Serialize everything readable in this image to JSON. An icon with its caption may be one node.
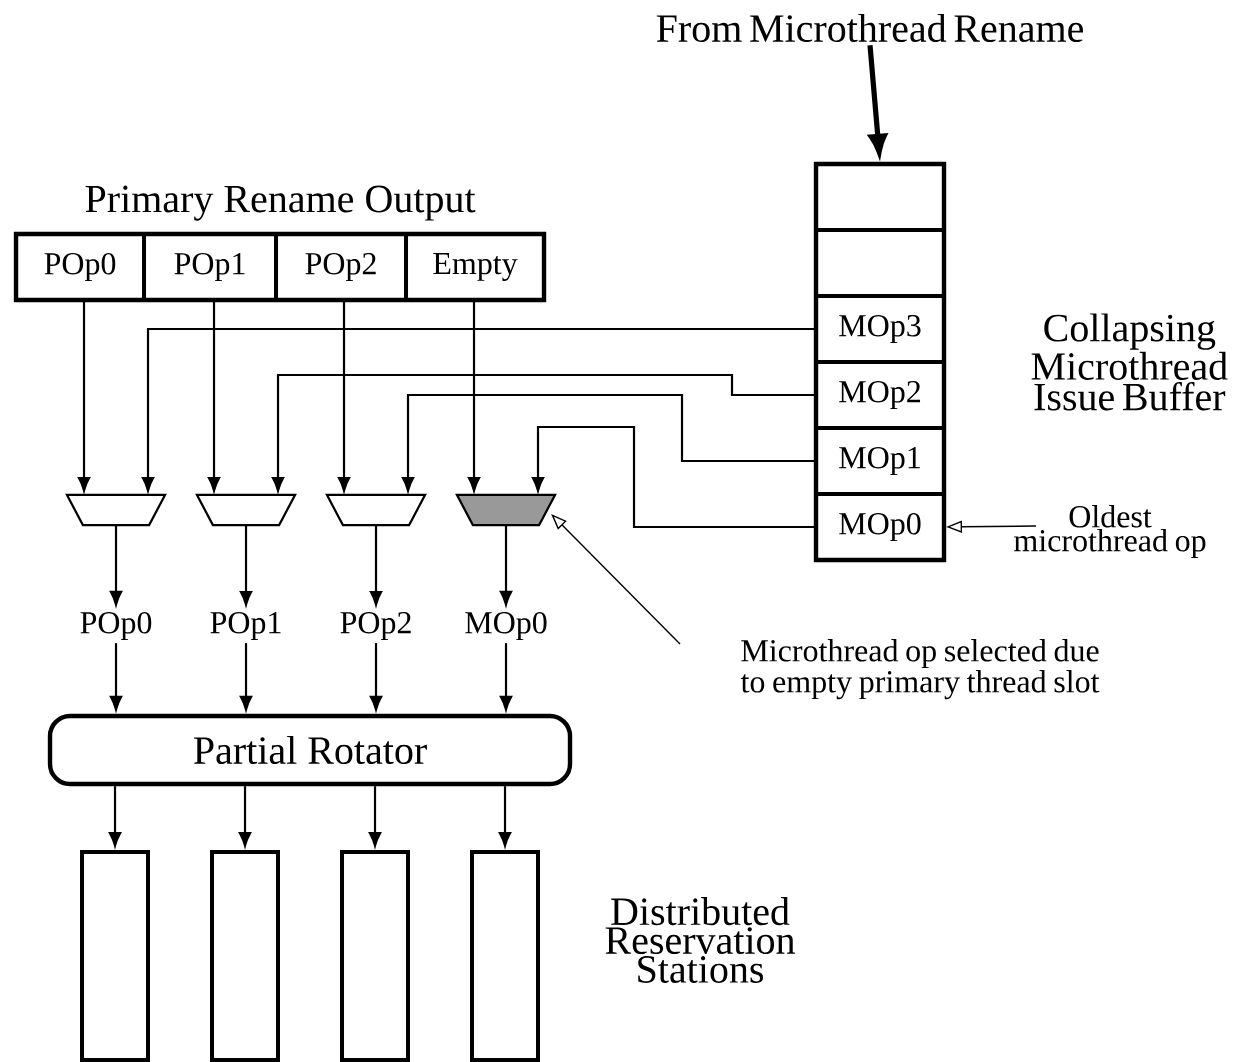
{
  "diagram": {
    "nodes": [
      {
        "text": [
          "From Microthread Rename"
        ]
      },
      {
        "text": [
          "Primary Rename Output"
        ]
      },
      {
        "text": [
          "POp0"
        ],
        "in": 1
      },
      {
        "text": [
          "POp1"
        ],
        "in": 1
      },
      {
        "text": [
          "POp2"
        ],
        "in": 1
      },
      {
        "text": [
          "Empty"
        ],
        "in": 1
      },
      {
        "text": [
          "Collapsing Microthread Issue Buffer"
        ]
      },
      {
        "text": [],
        "shape": "box",
        "in": 6
      },
      {
        "text": [],
        "shape": "box",
        "in": 6
      },
      {
        "text": [
          "MOp3"
        ],
        "in": 6
      },
      {
        "text": [
          "MOp2"
        ],
        "in": 6
      },
      {
        "text": [
          "MOp1"
        ],
        "in": 6
      },
      {
        "text": [
          "MOp0"
        ],
        "in": 6
      },
      {
        "text": [],
        "shape": "trapezoid"
      },
      {
        "text": [],
        "shape": "trapezoid"
      },
      {
        "text": [],
        "shape": "trapezoid"
      },
      {
        "text": [],
        "shape": "trapezoid"
      },
      {
        "text": [
          "POp0"
        ]
      },
      {
        "text": [
          "POp1"
        ]
      },
      {
        "text": [
          "POp2"
        ]
      },
      {
        "text": [
          "MOp0"
        ]
      },
      {
        "text": [
          "Partial Rotator"
        ]
      },
      {
        "text": [],
        "shape": "box"
      },
      {
        "text": [],
        "shape": "box"
      },
      {
        "text": [],
        "shape": "box"
      },
      {
        "text": [],
        "shape": "box"
      },
      {
        "text": [
          "Oldest microthread op"
        ]
      },
      {
        "text": [
          "Microthread op selected due to empty primary thread slot"
        ]
      }
    ],
    "edges": [
      {
        "from": 0,
        "to": 6,
        "arrow": "to",
        "style": "thick"
      },
      {
        "from": 2,
        "to": 13,
        "arrow": "to"
      },
      {
        "from": 3,
        "to": 14,
        "arrow": "to"
      },
      {
        "from": 4,
        "to": 15,
        "arrow": "to"
      },
      {
        "from": 5,
        "to": 16,
        "arrow": "to"
      },
      {
        "from": 9,
        "to": 13,
        "arrow": "to"
      },
      {
        "from": 10,
        "to": 14,
        "arrow": "to"
      },
      {
        "from": 11,
        "to": 15,
        "arrow": "to"
      },
      {
        "from": 12,
        "to": 16,
        "arrow": "to"
      },
      {
        "from": 13,
        "to": 17,
        "arrow": "to"
      },
      {
        "from": 14,
        "to": 18,
        "arrow": "to"
      },
      {
        "from": 15,
        "to": 19,
        "arrow": "to"
      },
      {
        "from": 16,
        "to": 20,
        "arrow": "to"
      },
      {
        "from": 17,
        "to": 21,
        "arrow": "to"
      },
      {
        "from": 18,
        "to": 21,
        "arrow": "to"
      },
      {
        "from": 19,
        "to": 21,
        "arrow": "to"
      },
      {
        "from": 20,
        "to": 21,
        "arrow": "to"
      },
      {
        "from": 21,
        "to": 22,
        "arrow": "to"
      },
      {
        "from": 21,
        "to": 23,
        "arrow": "to"
      },
      {
        "from": 21,
        "to": 24,
        "arrow": "to"
      },
      {
        "from": 21,
        "to": 25,
        "arrow": "to"
      },
      {
        "from": 26,
        "to": 12,
        "arrow": "to"
      },
      {
        "from": 27,
        "to": 16,
        "arrow": "to"
      }
    ],
    "labels": [
      "Distributed Reservation Stations"
    ]
  }
}
